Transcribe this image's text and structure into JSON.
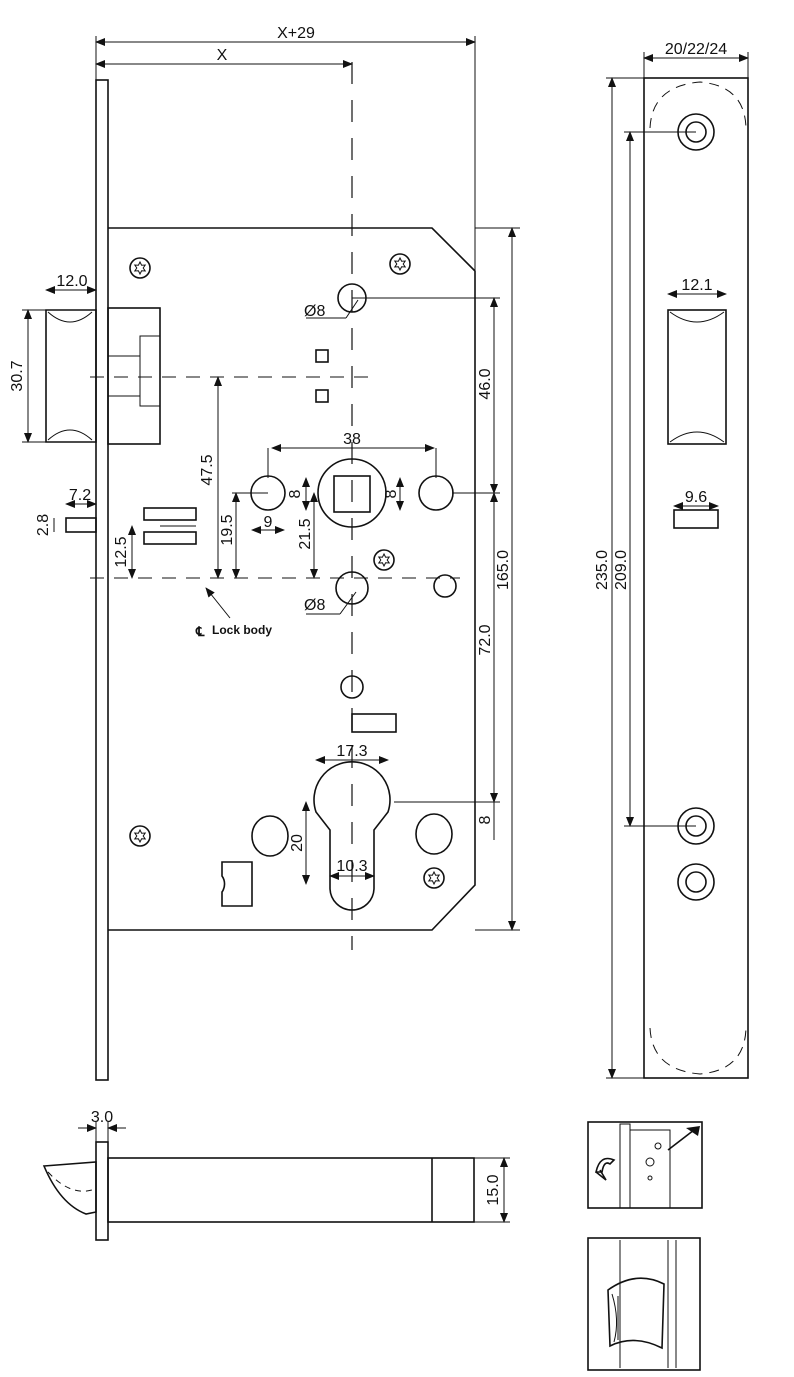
{
  "dimensions": {
    "x_plus_29": "X+29",
    "x": "X",
    "faceplate_width": "20/22/24",
    "latch_width": "12.0",
    "latch_height": "30.7",
    "d_hole_top": "Ø8",
    "d_hole_bottom": "Ø8",
    "backset_46": "46.0",
    "handle_square_width": "38",
    "square_8a": "8",
    "square_8b": "8",
    "offset_47_5": "47.5",
    "deadbolt_7_2": "7.2",
    "deadbolt_2_8": "2.8",
    "spacing_9": "9",
    "height_19_5": "19.5",
    "height_21_5": "21.5",
    "height_12_5": "12.5",
    "body_165": "165.0",
    "spacing_72": "72.0",
    "cylinder_17_3": "17.3",
    "cylinder_10_3": "10.3",
    "cylinder_20": "20",
    "cylinder_8": "8",
    "strike_12_1": "12.1",
    "strike_9_6": "9.6",
    "strike_235": "235.0",
    "strike_209": "209.0",
    "face_3_0": "3.0",
    "case_15_0": "15.0"
  },
  "labels": {
    "centerline_symbol": "℄",
    "lock_body": "Lock body"
  }
}
